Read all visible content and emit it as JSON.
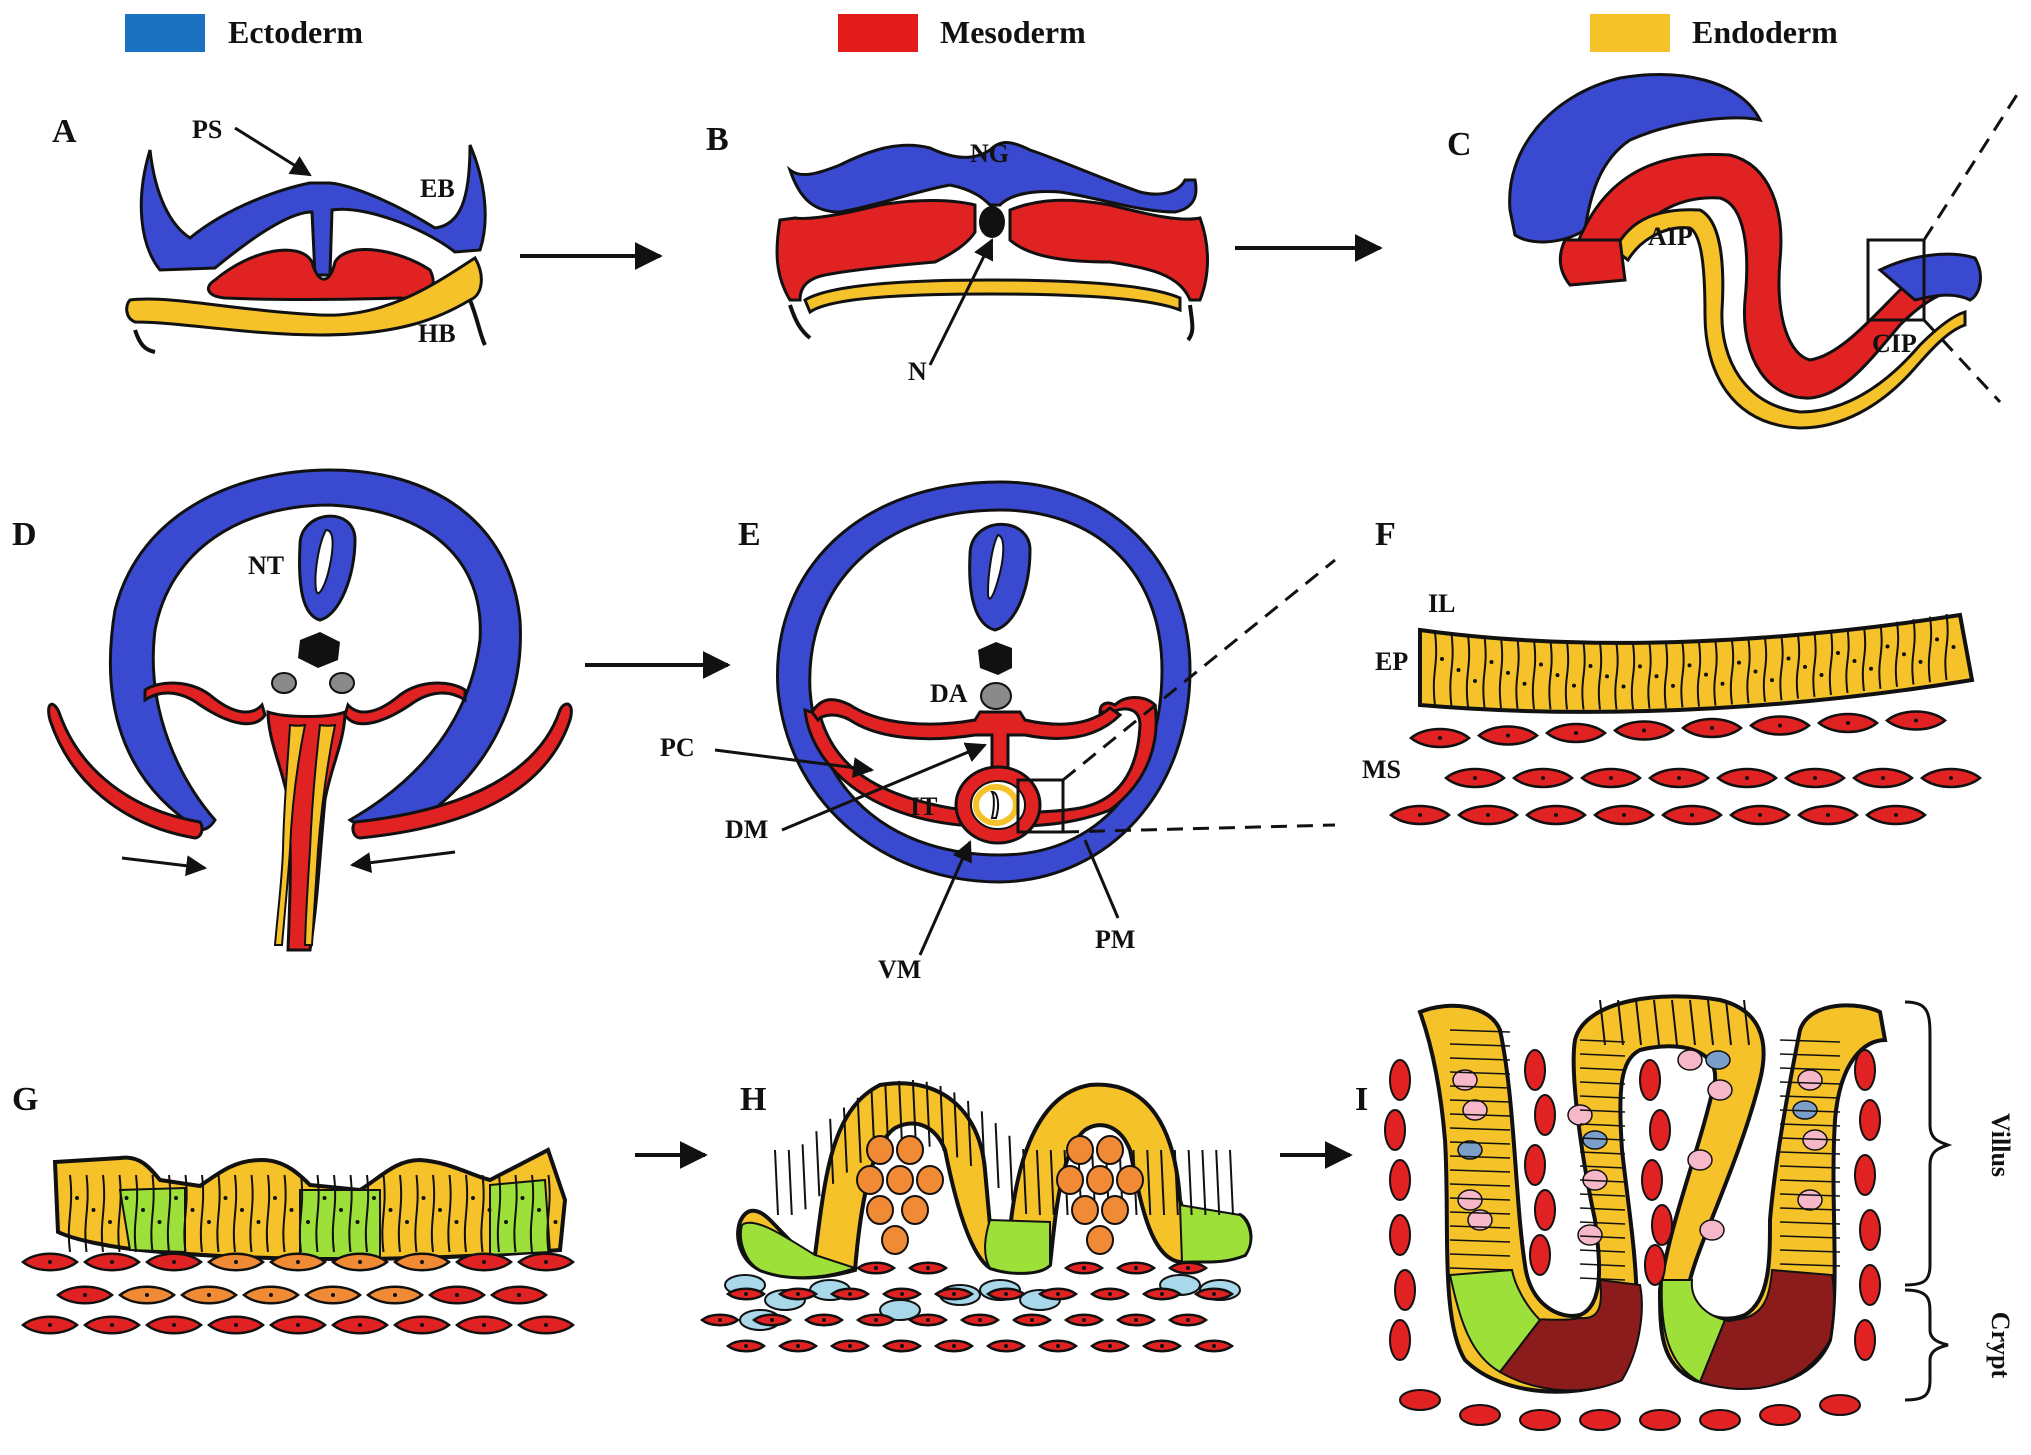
{
  "legend": [
    {
      "label": "Ectoderm",
      "color": "#1a72c0"
    },
    {
      "label": "Mesoderm",
      "color": "#e21b1b"
    },
    {
      "label": "Endoderm",
      "color": "#f6c22a"
    }
  ],
  "colors": {
    "ectoderm": "#3a4ad0",
    "mesoderm": "#e12222",
    "endoderm": "#f6c22a",
    "outline": "#111111",
    "notochord": "#111111",
    "aorta": "#8a8a8a",
    "mesenchyme_orange": "#f08a35",
    "mesenchyme_blue": "#a8d8ea",
    "stem_green": "#9ee03a",
    "crypt_darkred": "#8c1b1b",
    "goblet_pink": "#f6b8c8",
    "endocrine_blue": "#7b9fc9"
  },
  "panels": {
    "A": {
      "letter": "A",
      "labels": {
        "ps": "PS",
        "eb": "EB",
        "hb": "HB"
      }
    },
    "B": {
      "letter": "B",
      "labels": {
        "ng": "NG",
        "n": "N"
      }
    },
    "C": {
      "letter": "C",
      "labels": {
        "aip": "AIP",
        "cip": "CIP"
      }
    },
    "D": {
      "letter": "D",
      "labels": {
        "nt": "NT"
      }
    },
    "E": {
      "letter": "E",
      "labels": {
        "da": "DA",
        "pc": "PC",
        "dm": "DM",
        "it": "IT",
        "vm": "VM",
        "pm": "PM"
      }
    },
    "F": {
      "letter": "F",
      "labels": {
        "il": "IL",
        "ep": "EP",
        "ms": "MS"
      }
    },
    "G": {
      "letter": "G"
    },
    "H": {
      "letter": "H"
    },
    "I": {
      "letter": "I",
      "labels": {
        "villus": "Villus",
        "crypt": "Crypt"
      }
    }
  }
}
